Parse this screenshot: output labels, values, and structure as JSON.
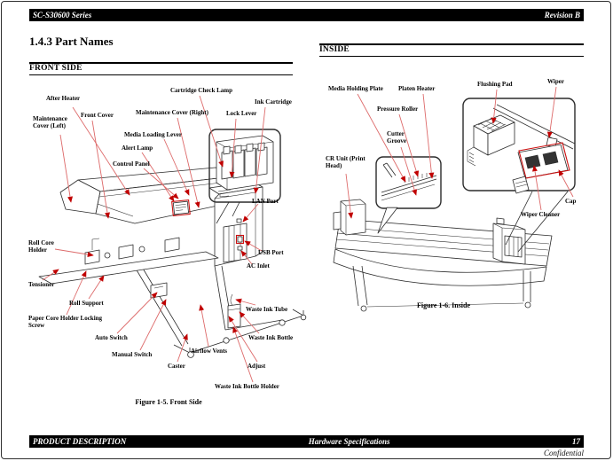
{
  "colors": {
    "leader_line": "#dd6a6a",
    "arrow": "#c00000",
    "highlight": "#cc1111",
    "line_art": "#2b2b2b"
  },
  "header": {
    "product": "SC-S30600 Series",
    "revision": "Revision B"
  },
  "section_title": "1.4.3  Part Names",
  "front_side": {
    "heading": "FRONT SIDE",
    "caption": "Figure 1-5.  Front Side",
    "labels": [
      {
        "text": "After Heater"
      },
      {
        "text": "Front Cover"
      },
      {
        "text": "Maintenance Cover (Left)"
      },
      {
        "text": "Maintenance Cover (Right)"
      },
      {
        "text": "Media Loading Lever"
      },
      {
        "text": "Alert Lamp"
      },
      {
        "text": "Control Panel"
      },
      {
        "text": "Cartridge Check Lamp"
      },
      {
        "text": "Lock Lever"
      },
      {
        "text": "Ink Cartridge"
      },
      {
        "text": "LAN Port"
      },
      {
        "text": "USB Port"
      },
      {
        "text": "AC Inlet"
      },
      {
        "text": "Roll Core Holder"
      },
      {
        "text": "Tensioner"
      },
      {
        "text": "Roll Support"
      },
      {
        "text": "Paper Core Holder Locking Screw"
      },
      {
        "text": "Auto Switch"
      },
      {
        "text": "Manual Switch"
      },
      {
        "text": "Caster"
      },
      {
        "text": "Airflow Vents"
      },
      {
        "text": "Adjust"
      },
      {
        "text": "Waste Ink Tube"
      },
      {
        "text": "Waste Ink Bottle"
      },
      {
        "text": "Waste Ink Bottle Holder"
      }
    ]
  },
  "inside": {
    "heading": "INSIDE",
    "caption": "Figure 1-6.  Inside",
    "labels": [
      {
        "text": "Media Holding Plate"
      },
      {
        "text": "Platen Heater"
      },
      {
        "text": "Pressure Roller"
      },
      {
        "text": "Cutter Groove"
      },
      {
        "text": "CR Unit (Print Head)"
      },
      {
        "text": "Flushing Pad"
      },
      {
        "text": "Wiper"
      },
      {
        "text": "Cap"
      },
      {
        "text": "Wiper Cleaner"
      }
    ]
  },
  "footer": {
    "left": "PRODUCT DESCRIPTION",
    "center": "Hardware Specifications",
    "page_number": "17",
    "confidential": "Confidential"
  }
}
